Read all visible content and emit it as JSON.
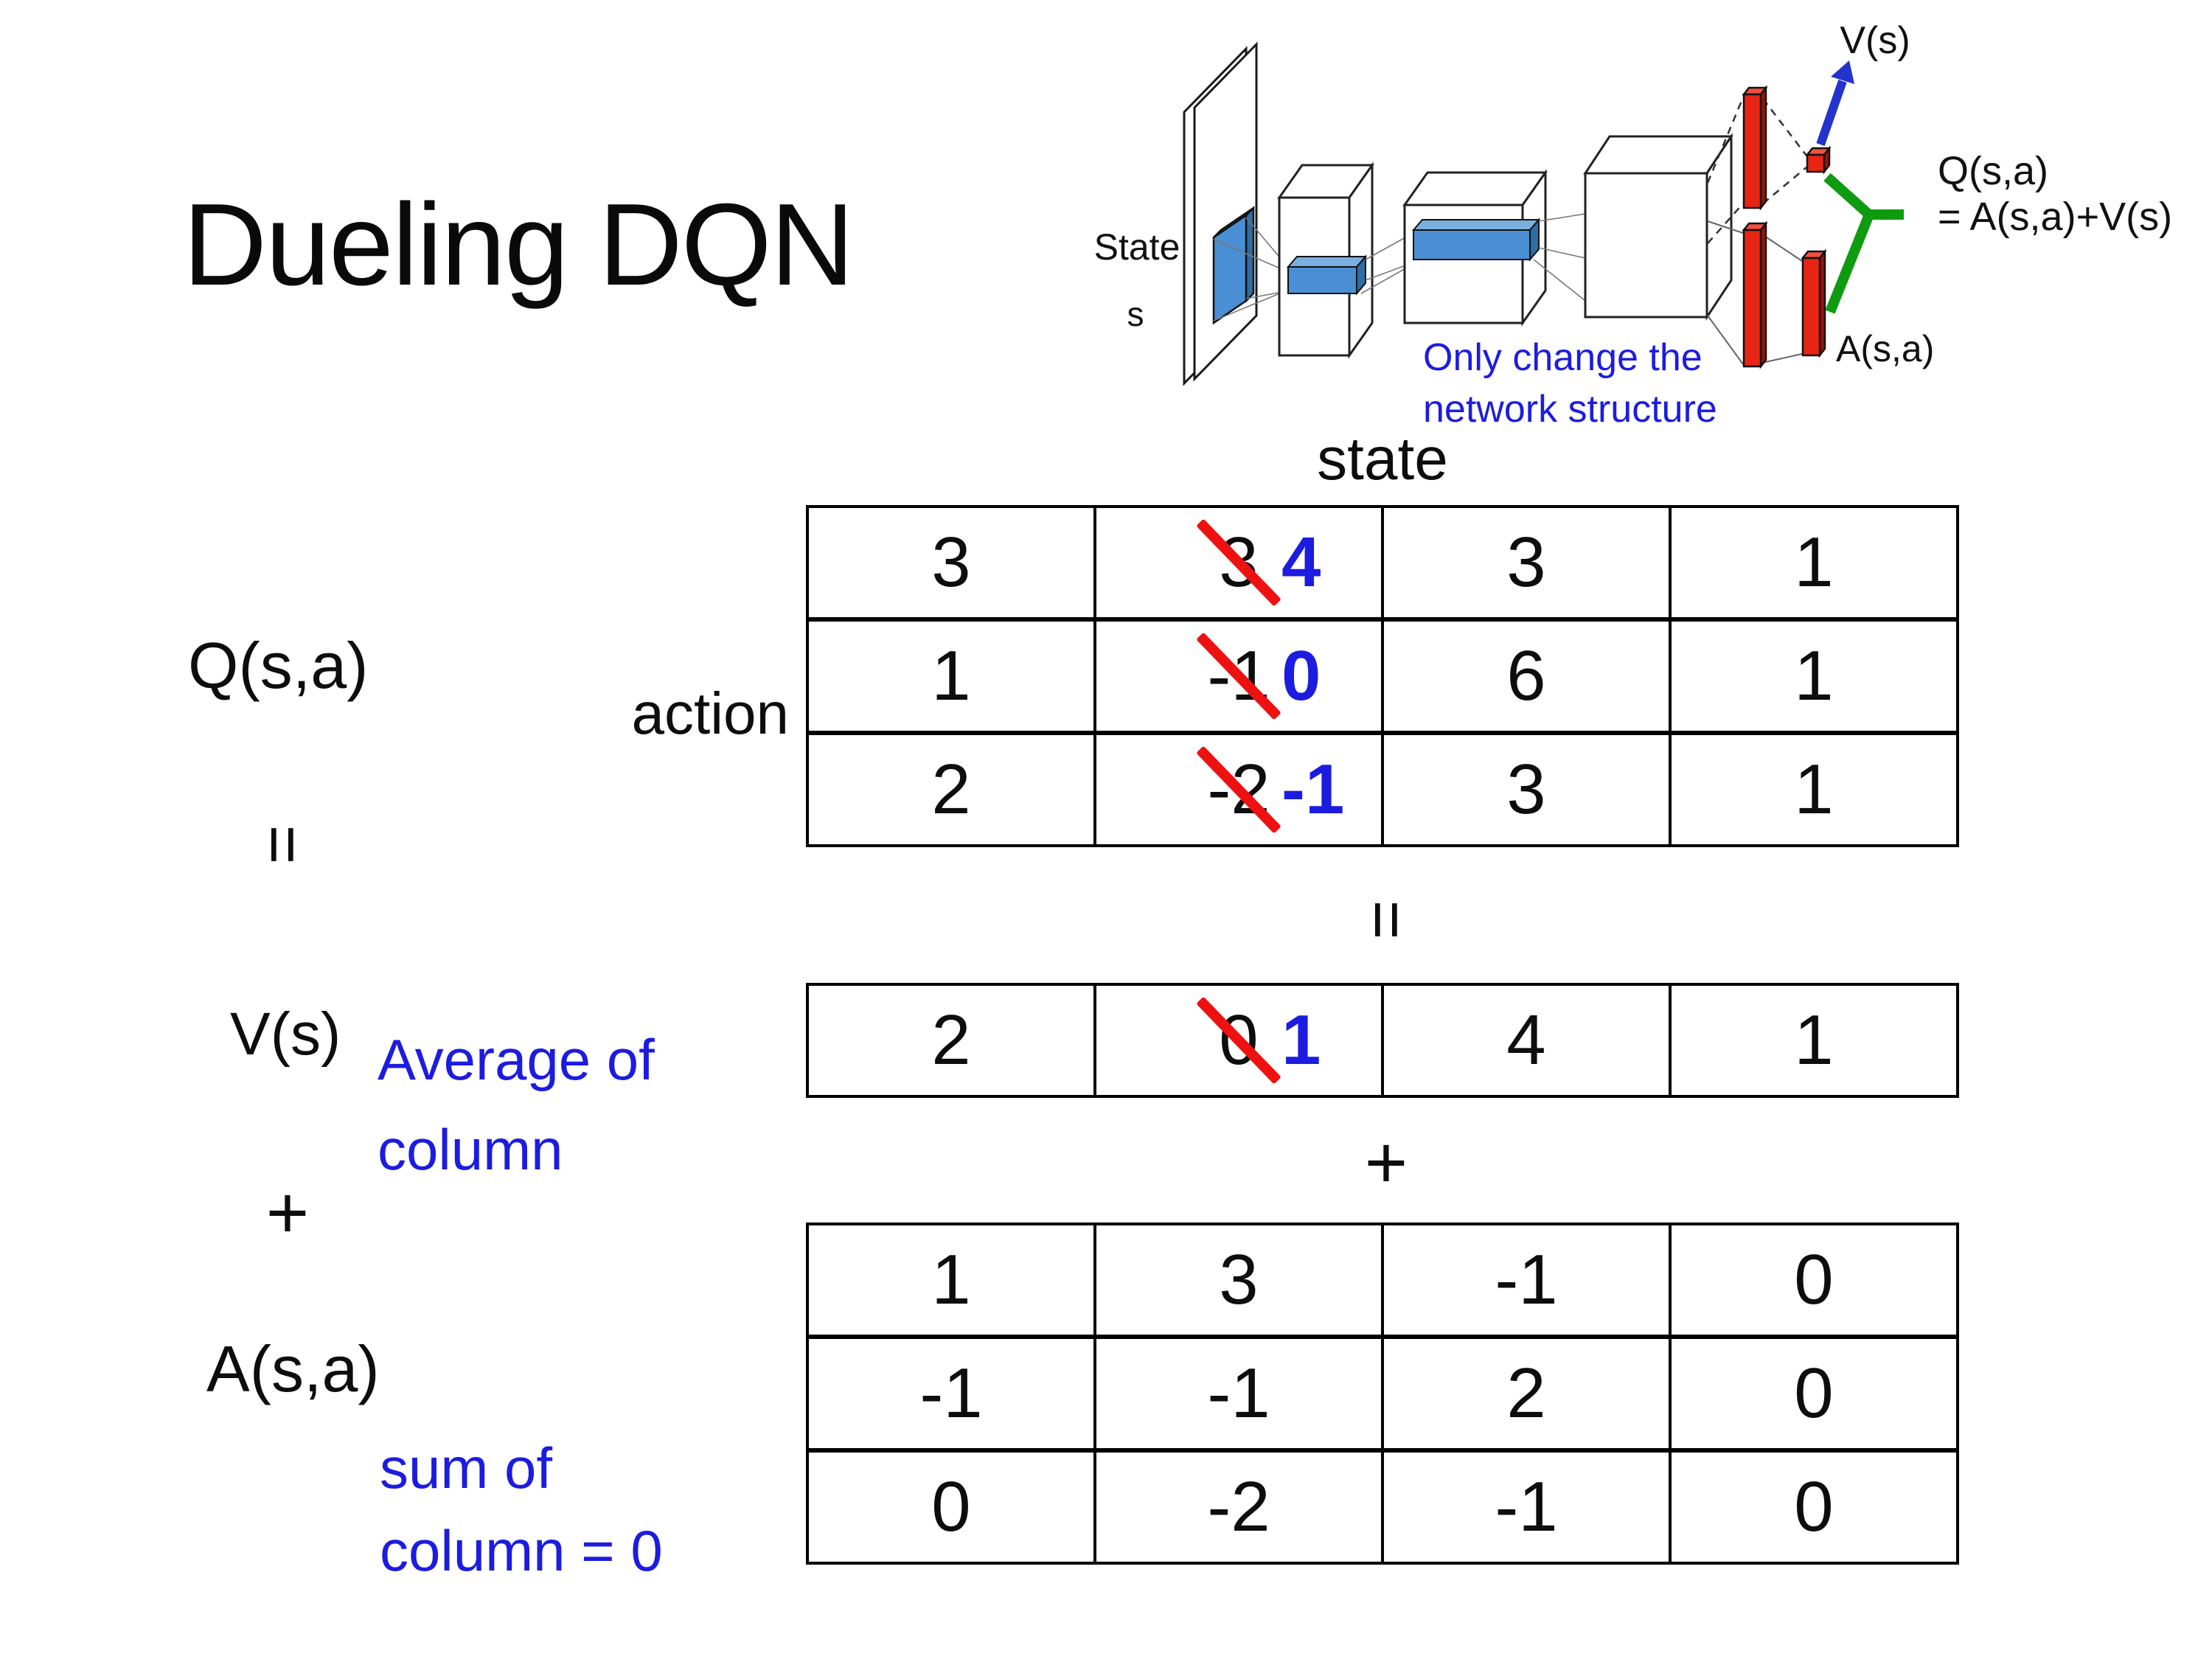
{
  "title": "Dueling DQN",
  "diagram": {
    "state_line1": "State",
    "state_line2": "s",
    "vs_label": "V(s)",
    "q_label_line1": "Q(s,a)",
    "q_label_line2": "= A(s,a)+V(s)",
    "a_label": "A(s,a)",
    "note_line1": "Only change the",
    "note_line2": "network structure"
  },
  "labels": {
    "state_header": "state",
    "action": "action",
    "q": "Q(s,a)",
    "v": "V(s)",
    "a": "A(s,a)",
    "equals": "=",
    "plus": "+",
    "avg_line1": "Average of",
    "avg_line2": "column",
    "sum_line1": "sum of",
    "sum_line2": "column = 0"
  },
  "matrices": {
    "q": [
      {
        "c0": "3",
        "old": "3",
        "new": "4",
        "c2": "3",
        "c3": "1"
      },
      {
        "c0": "1",
        "old": "-1",
        "new": "0",
        "c2": "6",
        "c3": "1"
      },
      {
        "c0": "2",
        "old": "-2",
        "new": "-1",
        "c2": "3",
        "c3": "1"
      }
    ],
    "v": {
      "c0": "2",
      "old": "0",
      "new": "1",
      "c2": "4",
      "c3": "1"
    },
    "a": [
      {
        "c0": "1",
        "c1": "3",
        "c2": "-1",
        "c3": "0"
      },
      {
        "c0": "-1",
        "c1": "-1",
        "c2": "2",
        "c3": "0"
      },
      {
        "c0": "0",
        "c1": "-2",
        "c2": "-1",
        "c3": "0"
      }
    ]
  },
  "palette": {
    "accent_blue": "#1c1ce0",
    "strike_red": "#ee1111",
    "bar_red": "#e82413",
    "connector_green": "#0f9b10",
    "filter_blue": "#4a8fd3",
    "arrow_blue": "#2433cc"
  }
}
